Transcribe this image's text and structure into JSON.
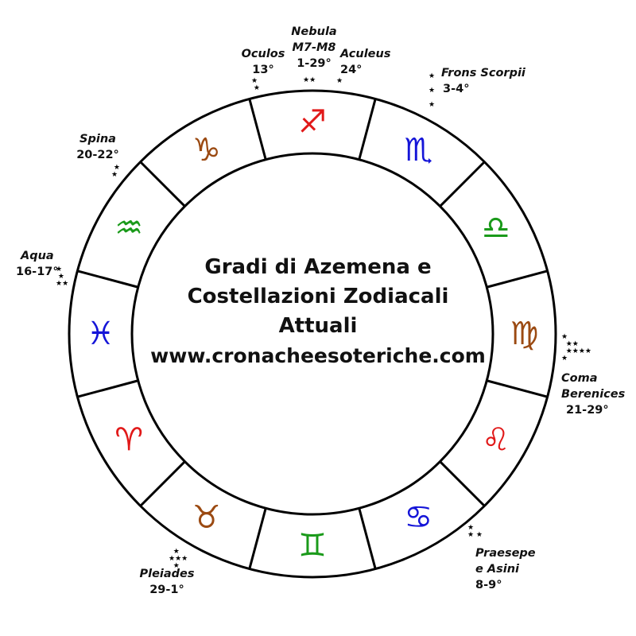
{
  "center": {
    "line1": "Gradi di Azemena e",
    "line2": "Costellazioni Zodiacali",
    "line3": "Attuali",
    "url": "www.cronacheesoteriche.com"
  },
  "colors": {
    "red": "#e11919",
    "blue": "#1515d8",
    "green": "#1a9a1a",
    "brown": "#9b4a12",
    "line": "#000000"
  },
  "signs": [
    {
      "name": "capricorn-icon",
      "glyph": "♑",
      "color": "#9b4a12"
    },
    {
      "name": "sagittarius-icon",
      "glyph": "♐",
      "color": "#e11919"
    },
    {
      "name": "scorpio-icon",
      "glyph": "♏",
      "color": "#1515d8"
    },
    {
      "name": "libra-icon",
      "glyph": "♎",
      "color": "#1a9a1a"
    },
    {
      "name": "virgo-icon",
      "glyph": "♍",
      "color": "#9b4a12"
    },
    {
      "name": "leo-icon",
      "glyph": "♌",
      "color": "#e11919"
    },
    {
      "name": "cancer-icon",
      "glyph": "♋",
      "color": "#1515d8"
    },
    {
      "name": "gemini-icon",
      "glyph": "♊",
      "color": "#1a9a1a"
    },
    {
      "name": "taurus-icon",
      "glyph": "♉",
      "color": "#9b4a12"
    },
    {
      "name": "aries-icon",
      "glyph": "♈",
      "color": "#e11919"
    },
    {
      "name": "pisces-icon",
      "glyph": "♓",
      "color": "#1515d8"
    },
    {
      "name": "aquarius-icon",
      "glyph": "♒",
      "color": "#1a9a1a"
    }
  ],
  "azemena": [
    {
      "name": "Oculos",
      "deg": "13°"
    },
    {
      "name": "Nebula M7-M8",
      "name1": "Nebula",
      "name2": "M7-M8",
      "deg": "1-29°"
    },
    {
      "name": "Aculeus",
      "deg": "24°"
    },
    {
      "name": "Frons Scorpii",
      "deg": "3-4°"
    },
    {
      "name": "Spina",
      "deg": "20-22°"
    },
    {
      "name": "Aqua",
      "deg": "16-17°"
    },
    {
      "name": "Coma Berenices",
      "name1": "Coma",
      "name2": "Berenices",
      "deg": "21-29°"
    },
    {
      "name": "Pleiades",
      "deg": "29-1°"
    },
    {
      "name": "Praesepe e Asini",
      "name1": "Praesepe",
      "name2": "e Asini",
      "deg": "8-9°"
    }
  ],
  "star_glyph": "★"
}
